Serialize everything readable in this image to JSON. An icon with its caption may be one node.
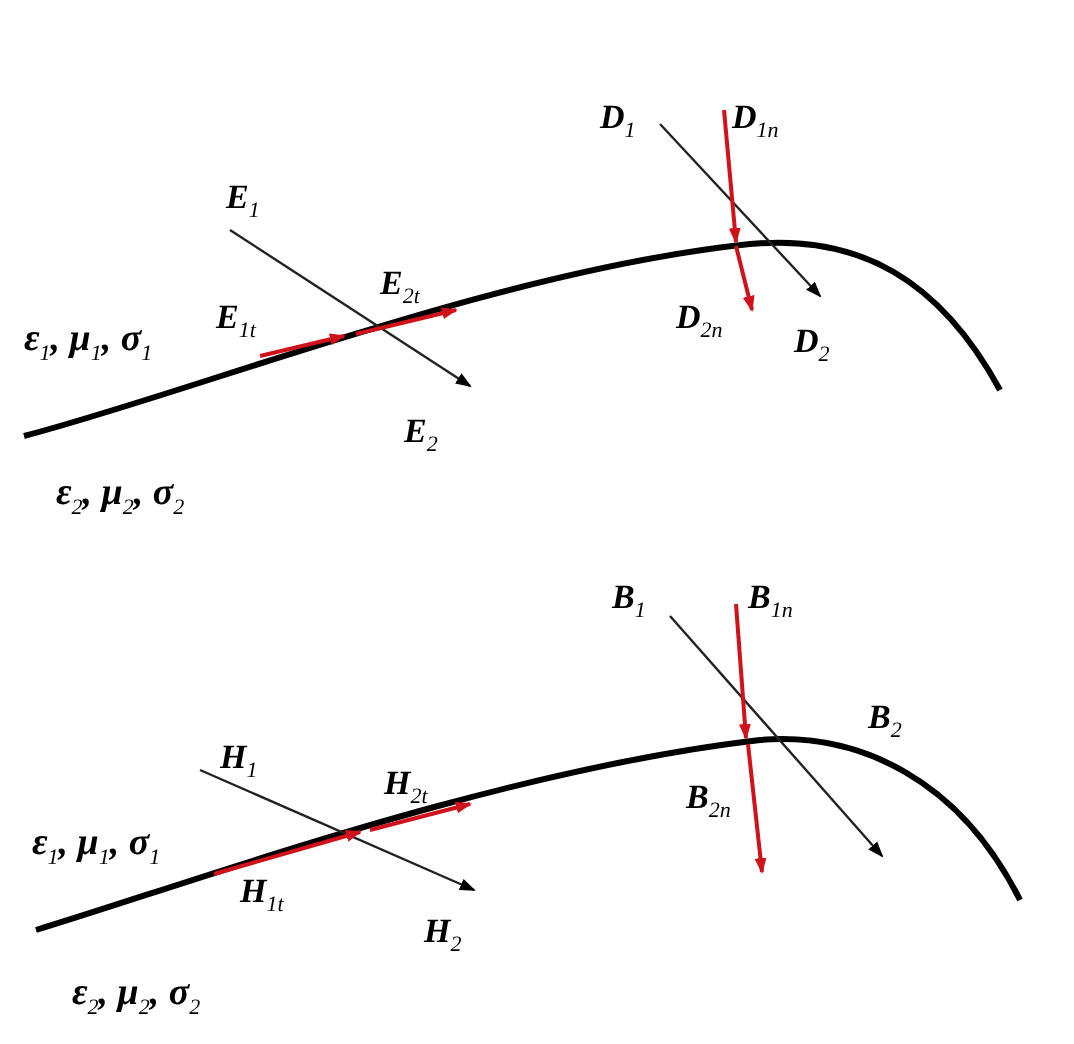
{
  "diagram": {
    "labels": [
      "D$_{1}$",
      "D$_{1n}$",
      "E$_{1}$",
      "E$_{2t}$",
      "ε$_{1}$, μ$_{1}$, σ$_{1}$",
      "E$_{1t}$",
      "D$_{2n}$",
      "D$_{2}$",
      "E$_{2}$",
      "ε$_{2}$, μ$_{2}$, σ$_{2}$",
      "B$_{1}$",
      "B$_{1n}$",
      "B$_{2}$",
      "H$_{1}$",
      "H$_{2t}$",
      "ε$_{1}$, μ$_{1}$, σ$_{1}$",
      "H$_{1t}$",
      "B$_{2n}$",
      "H$_{2}$",
      "ε$_{2}$, μ$_{2}$, σ$_{2}$"
    ]
  }
}
